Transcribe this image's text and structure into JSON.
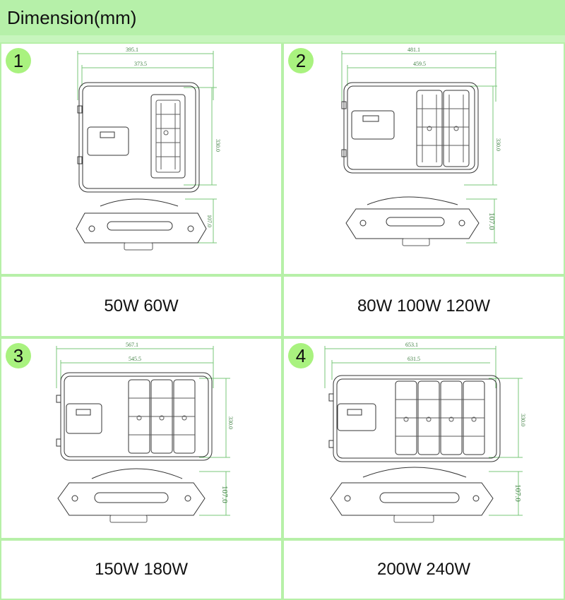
{
  "header": {
    "title": "Dimension(mm)"
  },
  "panels": [
    {
      "number": "1",
      "label": "50W 60W",
      "dims": {
        "overall_width": "395.1",
        "inner_width": "373.5",
        "height": "330.0",
        "depth": "107.0"
      }
    },
    {
      "number": "2",
      "label": "80W 100W 120W",
      "dims": {
        "overall_width": "481.1",
        "inner_width": "459.5",
        "height": "330.0",
        "depth": "107.0"
      }
    },
    {
      "number": "3",
      "label": "150W 180W",
      "dims": {
        "overall_width": "567.1",
        "inner_width": "545.5",
        "height": "330.0",
        "depth": "107.0"
      }
    },
    {
      "number": "4",
      "label": "200W 240W",
      "dims": {
        "overall_width": "653.1",
        "inner_width": "631.5",
        "height": "330.0",
        "depth": "107.0"
      }
    }
  ]
}
